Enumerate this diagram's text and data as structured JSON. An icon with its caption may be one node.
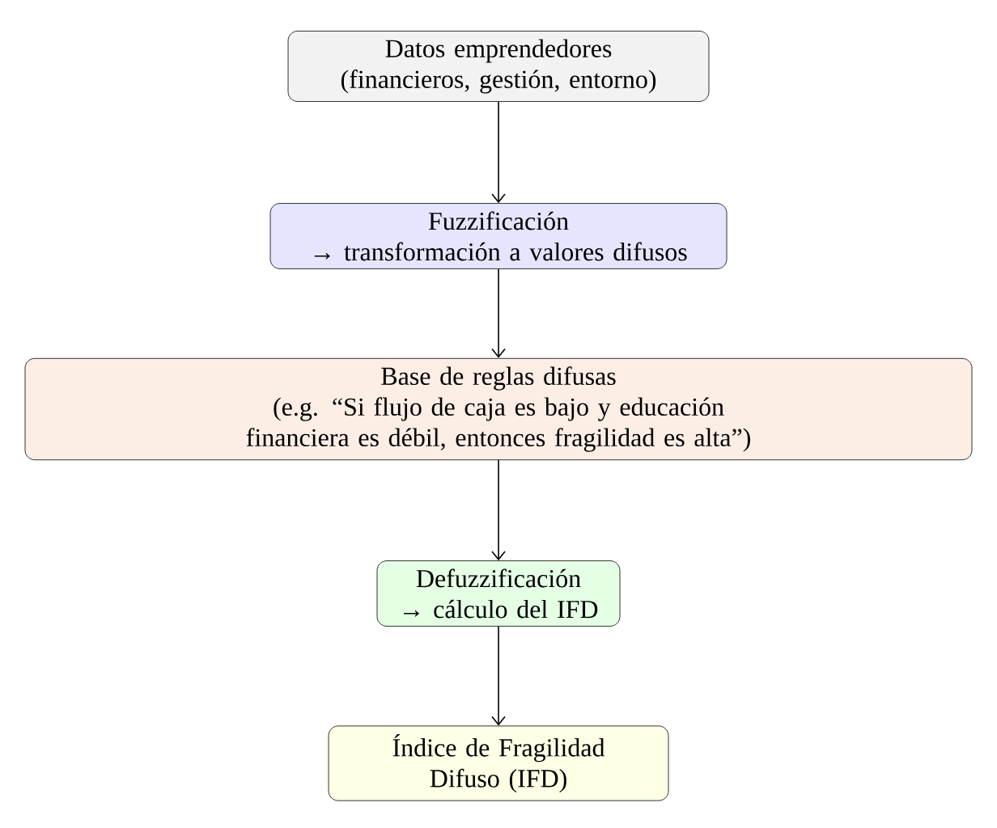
{
  "diagram": {
    "nodes": [
      {
        "text": [
          "Datos emprendedores (financieros, gestión, entorno)"
        ]
      },
      {
        "text": [
          "Fuzzificación",
          "→ transformación a valores difusos"
        ]
      },
      {
        "text": [
          "Base de reglas difusas",
          "(e.g. “Si flujo de caja es bajo y educación financiera es débil, entonces fragilidad es alta”)"
        ]
      },
      {
        "text": [
          "Defuzzificación",
          "→ cálculo del IFD"
        ]
      },
      {
        "text": [
          "Índice de Fragilidad Difuso (IFD)"
        ]
      }
    ],
    "edges": [
      {
        "from": 0,
        "to": 1,
        "arrow": "to"
      },
      {
        "from": 1,
        "to": 2,
        "arrow": "to"
      },
      {
        "from": 2,
        "to": 3,
        "arrow": "to"
      },
      {
        "from": 3,
        "to": 4,
        "arrow": "to"
      }
    ]
  }
}
